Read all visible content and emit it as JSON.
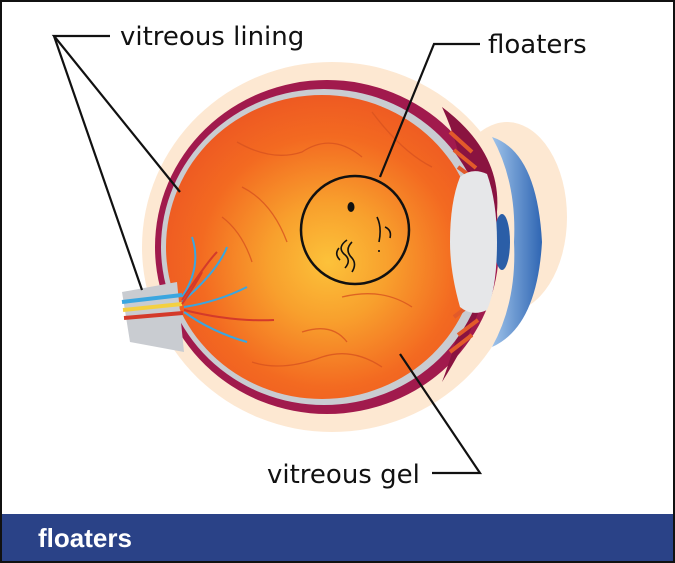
{
  "labels": {
    "vitreous_lining": "vitreous lining",
    "floaters": "floaters",
    "vitreous_gel": "vitreous gel"
  },
  "caption": "floaters",
  "colors": {
    "frame_border": "#111111",
    "caption_background": "#2a4287",
    "caption_text": "#ffffff",
    "eye_orange": "#f36a21",
    "eye_outer_glow": "#fde8d2",
    "sclera": "#a11a4d",
    "retina_grey": "#c9ccd1",
    "cornea_blue": "#5b8fd0",
    "vein_red": "#d43a2a",
    "nerve_blue": "#3aa6e0"
  },
  "icons": [
    "eye-anatomy-illustration",
    "floater-magnifier-circle"
  ]
}
